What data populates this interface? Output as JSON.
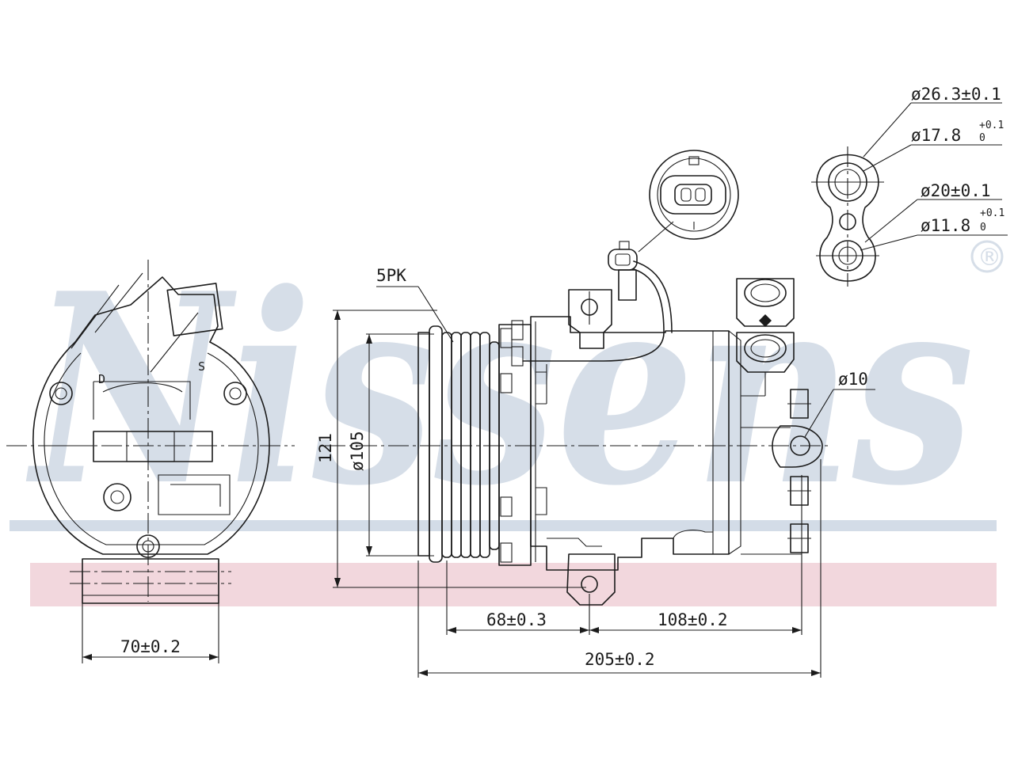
{
  "brand": {
    "watermark_text": "Nissens",
    "registered_mark": "®",
    "watermark_color": "#d6dee8",
    "band_blue_color": "#d3dce7",
    "band_pink_color": "#f2d7dd"
  },
  "side_view": {
    "marks": {
      "d": "D",
      "s": "S"
    }
  },
  "front_view": {
    "belt_label": "5PK",
    "height_label": "121",
    "pulley_diameter_label": "ø105",
    "mount_hole_label": "ø10",
    "clutch_to_mount_label": "68±0.3",
    "mount_to_rear_label": "108±0.2",
    "overall_length_label": "205±0.2"
  },
  "width_dimension": {
    "label": "70±0.2"
  },
  "ports": {
    "d1": "ø26.3±0.1",
    "d2_main": "ø17.8",
    "d2_tol_upper": "+0.1",
    "d2_tol_lower": "0",
    "d3": "ø20±0.1",
    "d4_main": "ø11.8",
    "d4_tol_upper": "+0.1",
    "d4_tol_lower": "0"
  }
}
